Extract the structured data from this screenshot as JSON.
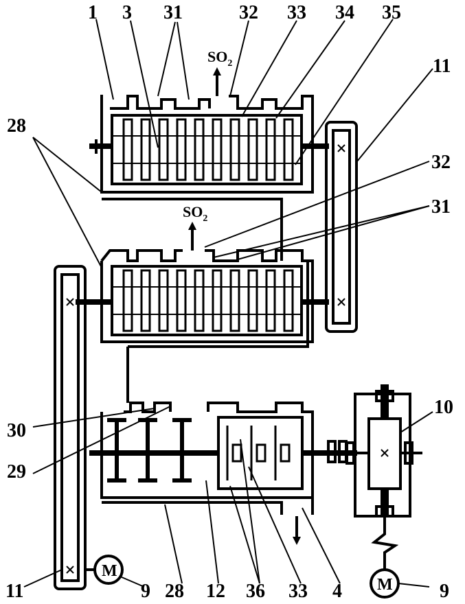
{
  "labels": {
    "l1": "1",
    "l3": "3",
    "l31_top": "31",
    "l32_top": "32",
    "l33_top": "33",
    "l34": "34",
    "l35": "35",
    "l11_top": "11",
    "l28_left": "28",
    "l32_mid": "32",
    "l31_mid": "31",
    "l10": "10",
    "l30": "30",
    "l29": "29",
    "l11_bottom": "11",
    "l9_left": "9",
    "l28_bottom": "28",
    "l12": "12",
    "l36": "36",
    "l33_bottom": "33",
    "l4": "4",
    "l9_right": "9"
  },
  "gas": {
    "main": "SO",
    "subscript": "2"
  },
  "motor_symbol": "M"
}
